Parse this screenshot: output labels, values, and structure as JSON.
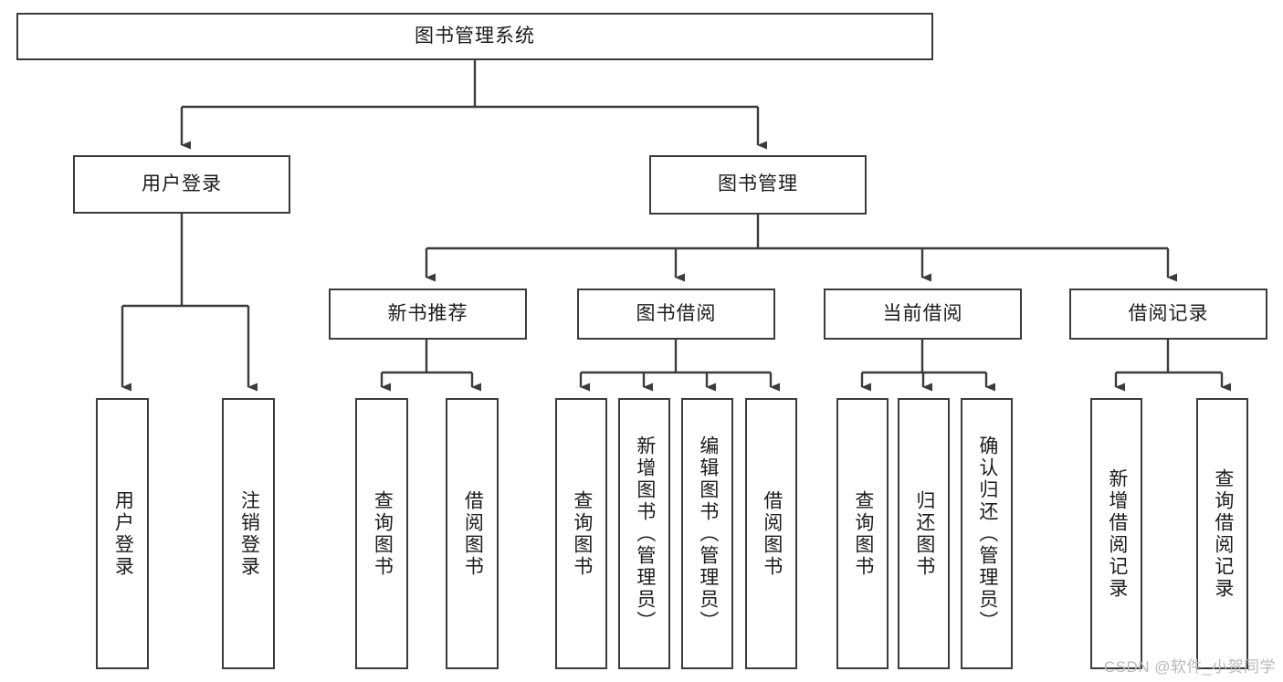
{
  "diagram": {
    "title": "图书管理系统",
    "type": "tree-hierarchy-chart",
    "watermark": "CSDN @软件_小贺同学",
    "colors": {
      "stroke": "#3b3b3b",
      "fill": "#ffffff",
      "text": "#1b1b1b",
      "watermark": "#b9b9b9"
    },
    "nodes": {
      "root": {
        "label": "图书管理系统"
      },
      "level2": [
        {
          "label": "用户登录"
        },
        {
          "label": "图书管理"
        }
      ],
      "level3": [
        {
          "label": "新书推荐"
        },
        {
          "label": "图书借阅"
        },
        {
          "label": "当前借阅"
        },
        {
          "label": "借阅记录"
        }
      ],
      "leaves": {
        "user_login": [
          {
            "label": "用户登录"
          },
          {
            "label": "注销登录"
          }
        ],
        "new_book": [
          {
            "label": "查询图书"
          },
          {
            "label": "借阅图书"
          }
        ],
        "book_borrow": [
          {
            "label": "查询图书"
          },
          {
            "label": "新增图书（管理员）"
          },
          {
            "label": "编辑图书（管理员）"
          },
          {
            "label": "借阅图书"
          }
        ],
        "current_borrow": [
          {
            "label": "查询图书"
          },
          {
            "label": "归还图书"
          },
          {
            "label": "确认归还（管理员）"
          }
        ],
        "borrow_record": [
          {
            "label": "新增借阅记录"
          },
          {
            "label": "查询借阅记录"
          }
        ]
      }
    }
  }
}
